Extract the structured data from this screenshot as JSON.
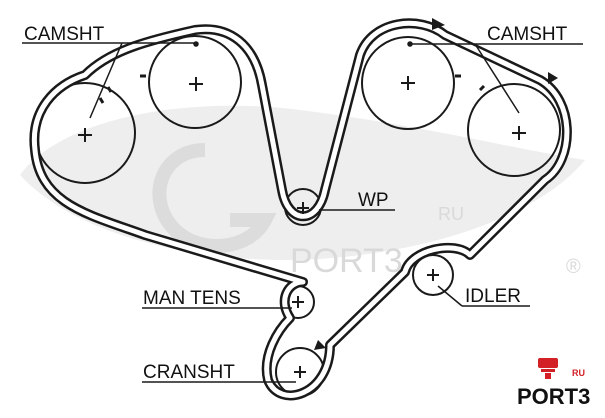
{
  "labels": {
    "camsht_left": "CAMSHT",
    "camsht_right": "CAMSHT",
    "wp": "WP",
    "idler": "IDLER",
    "man_tens": "MAN TENS",
    "cransht": "CRANSHT"
  },
  "watermark": {
    "ru": "RU",
    "port3": "PORT3",
    "registered": "®"
  },
  "logo": {
    "text": "PORT3",
    "ru": "RU",
    "accent_color": "#d32027"
  },
  "colors": {
    "belt": "#1a1a1a",
    "watermark": "#d9d9d9"
  }
}
